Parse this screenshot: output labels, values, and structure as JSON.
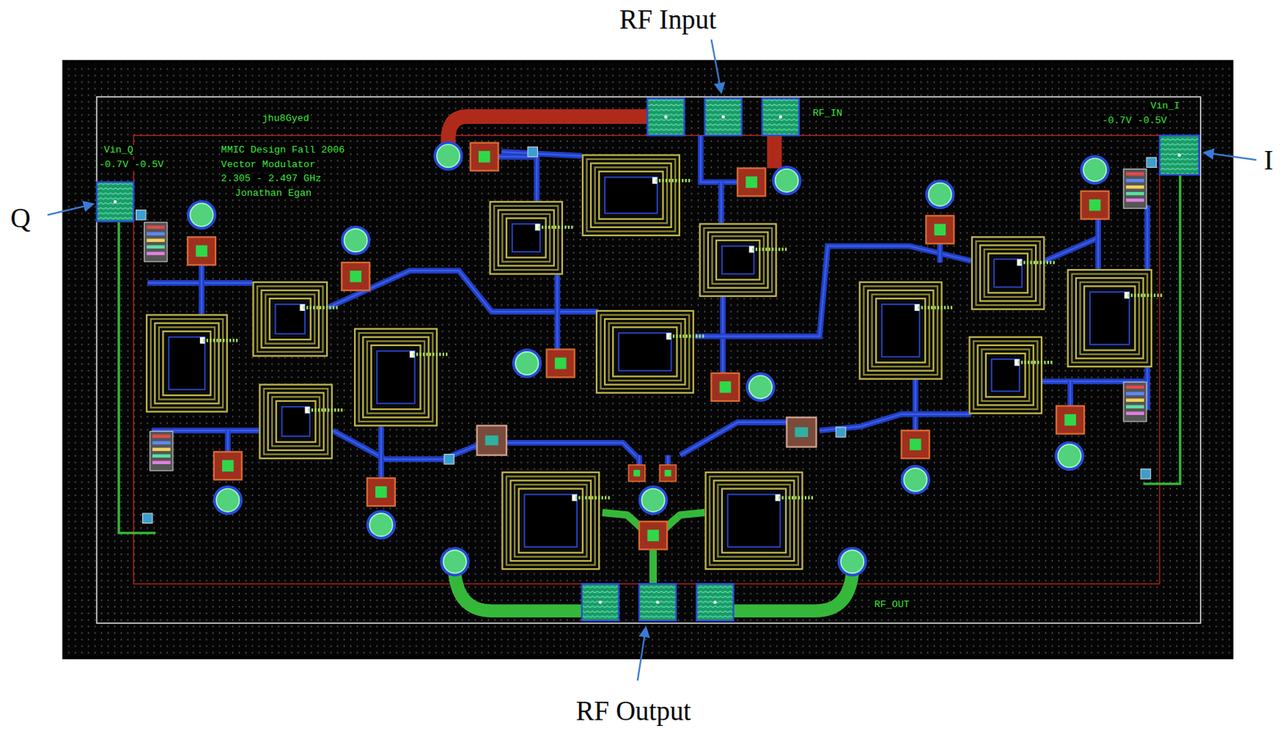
{
  "diagram": {
    "labels": [
      "RF Input",
      "jhu8Gyed",
      "MMIC Design Fall 2006",
      "Vector Modulator",
      "2.305 - 2.497 GHz",
      "Jonathan Egan",
      "Vin_Q",
      "-0.7V -0.5V",
      "Q",
      "Vin_I",
      "-0.7V -0.5V",
      "I",
      "RF_IN",
      "RF_OUT",
      "RF Output"
    ]
  }
}
